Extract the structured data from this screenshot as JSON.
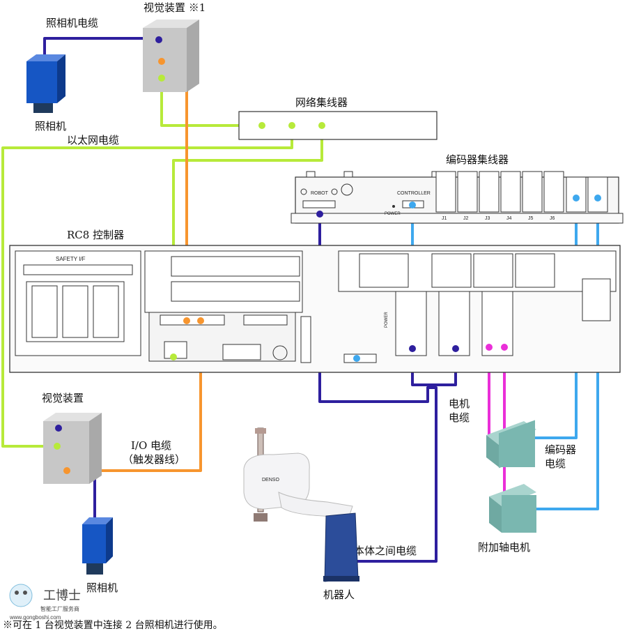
{
  "labels": {
    "camera_cable": "照相机电缆",
    "vision_top": "视觉装置 ※1",
    "camera_top": "照相机",
    "ethernet_cable": "以太网电缆",
    "network_hub": "网络集线器",
    "encoder_hub": "编码器集线器",
    "controller": "RC8 控制器",
    "vision_bottom": "视觉装置",
    "io_cable_line1": "I/O 电缆",
    "io_cable_line2": "（触发器线）",
    "motor_cable_line1": "电机",
    "motor_cable_line2": "电缆",
    "encoder_cable_line1": "编码器",
    "encoder_cable_line2": "电缆",
    "body_cable": "本体之间电缆",
    "robot": "机器人",
    "camera_bottom": "照相机",
    "aux_motor": "附加轴电机",
    "footnote": "※可在 1 台视觉装置中连接 2 台照相机进行使用。"
  },
  "panel_text": {
    "safety": "SAFETY I/F",
    "robot_port": "ROBOT",
    "controller_port": "CONTROLLER",
    "power": "POWER",
    "power_vertical": "POWER",
    "joints": [
      "J1",
      "J2",
      "J3",
      "J4",
      "J5",
      "J6"
    ],
    "robot_brand": "DENSO"
  },
  "watermark": {
    "name": "工博士",
    "slogan": "智能工厂服务商",
    "url": "www.gongboshi.com"
  },
  "colors": {
    "camera_cable": "#2e1f9e",
    "ethernet": "#b7ea3a",
    "io_trigger": "#f7952e",
    "motor_cable": "#2e1f9e",
    "encoder_cable": "#3ea8ee",
    "aux_power": "#ea2fd8",
    "camera_blue": "#1656c4",
    "motor_teal": "#7ab7b0"
  }
}
